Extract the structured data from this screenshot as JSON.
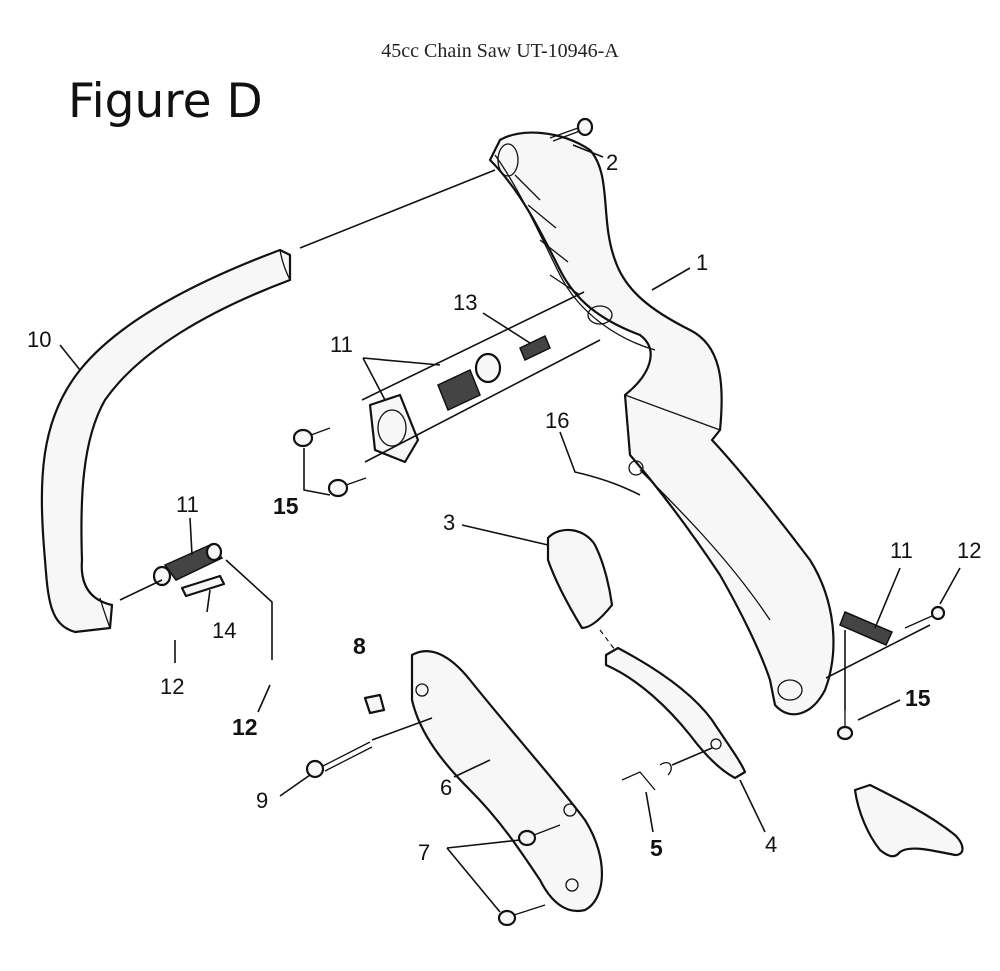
{
  "header": {
    "title": "45cc Chain Saw UT-10946-A"
  },
  "figure": {
    "label": "Figure D"
  },
  "callouts": {
    "c1": "1",
    "c2": "2",
    "c3": "3",
    "c4": "4",
    "c5": "5",
    "c6": "6",
    "c7": "7",
    "c8": "8",
    "c9": "9",
    "c10": "10",
    "c11a": "11",
    "c11b": "11",
    "c11c": "11",
    "c12a": "12",
    "c12b": "12",
    "c12c": "12",
    "c13": "13",
    "c14": "14",
    "c15a": "15",
    "c15b": "15",
    "c16": "16"
  }
}
